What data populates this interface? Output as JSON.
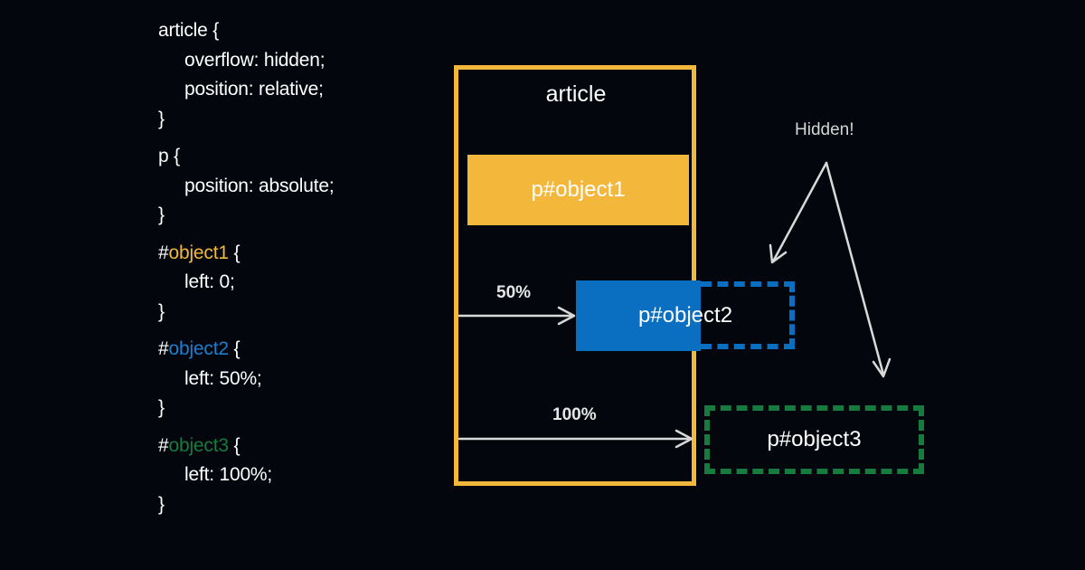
{
  "code": {
    "article_selector": "article",
    "brace_open": " {",
    "brace_close": "}",
    "article_prop1": "overflow: hidden;",
    "article_prop2": "position: relative;",
    "p_selector": "p",
    "p_prop1": "position: absolute;",
    "hash": "#",
    "obj1_id": "object1",
    "obj1_prop": "left: 0;",
    "obj2_id": "object2",
    "obj2_prop": "left: 50%;",
    "obj3_id": "object3",
    "obj3_prop": "left: 100%;"
  },
  "diagram": {
    "article_label": "article",
    "obj1_label": "p#object1",
    "obj2_label": "p#object2",
    "obj3_label": "p#object3",
    "pct_50": "50%",
    "pct_100": "100%",
    "hidden_label": "Hidden!"
  },
  "colors": {
    "background": "#03070d",
    "yellow": "#f3b73c",
    "blue": "#0a6fc0",
    "green": "#177a3e",
    "arrow": "#d9d9d9"
  }
}
